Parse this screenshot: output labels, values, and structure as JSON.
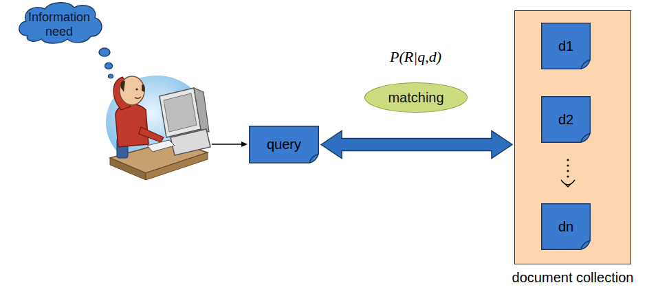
{
  "diagram": {
    "nodes": [
      {
        "text": [
          "Information need"
        ]
      },
      {
        "text": [
          "query"
        ]
      },
      {
        "text": [
          "matching"
        ]
      },
      {
        "text": [
          "document collection"
        ]
      },
      {
        "text": [
          "d1"
        ],
        "in": 3
      },
      {
        "text": [
          "d2"
        ],
        "in": 3
      },
      {
        "text": [
          "dn"
        ],
        "in": 3
      }
    ],
    "edges": [
      {
        "from": 1,
        "to": 3,
        "arrow": "both"
      }
    ],
    "labels": [
      "P(R|q,d)"
    ]
  }
}
